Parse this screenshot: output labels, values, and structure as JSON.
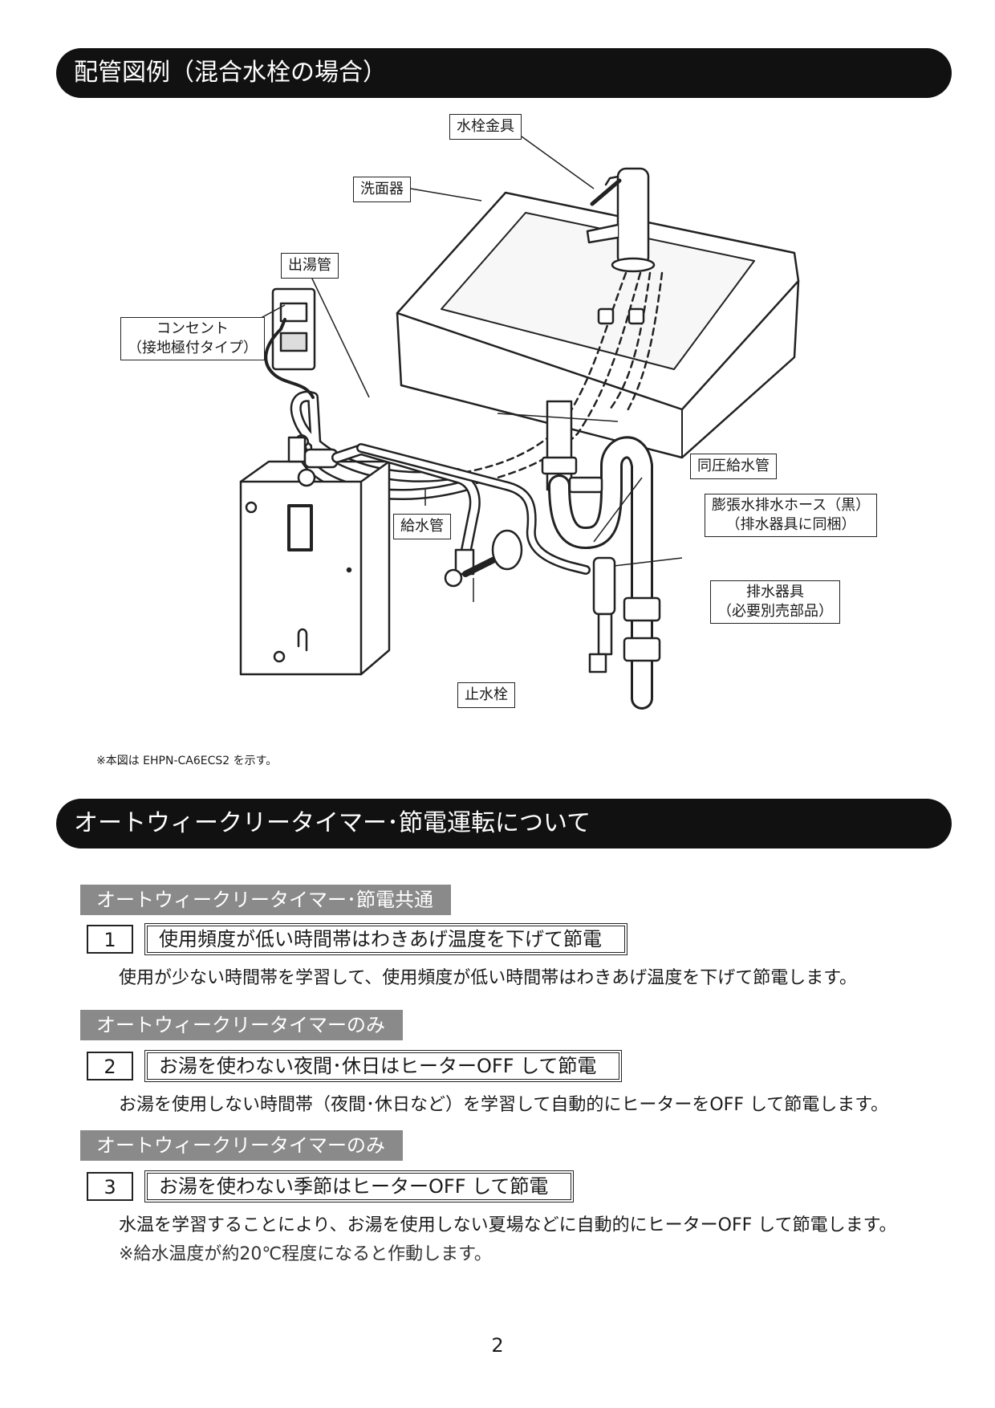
{
  "sections": {
    "piping_title": "配管図例（混合水栓の場合）",
    "timer_title": "オートウィークリータイマー･節電運転について"
  },
  "diagram": {
    "labels": {
      "faucet_fitting": "水栓金具",
      "washbasin": "洗面器",
      "hot_water_outlet_pipe": "出湯管",
      "outlet_line1": "コンセント",
      "outlet_line2": "（接地極付タイプ）",
      "same_pressure_supply_pipe": "同圧給水管",
      "expansion_hose_line1": "膨張水排水ホース（黒）",
      "expansion_hose_line2": "（排水器具に同梱）",
      "water_supply_pipe": "給水管",
      "drain_fitting_line1": "排水器具",
      "drain_fitting_line2": "（必要別売部品）",
      "stop_valve": "止水栓"
    },
    "note": "※本図は EHPN-CA6ECS2 を示す。"
  },
  "features": [
    {
      "category": "オートウィークリータイマー･節電共通",
      "number": "1",
      "title": "使用頻度が低い時間帯はわきあげ温度を下げて節電",
      "description": "使用が少ない時間帯を学習して、使用頻度が低い時間帯はわきあげ温度を下げて節電します。"
    },
    {
      "category": "オートウィークリータイマーのみ",
      "number": "2",
      "title": "お湯を使わない夜間･休日はヒーターOFF して節電",
      "description": "お湯を使用しない時間帯（夜間･休日など）を学習して自動的にヒーターをOFF して節電します。"
    },
    {
      "category": "オートウィークリータイマーのみ",
      "number": "3",
      "title": "お湯を使わない季節はヒーターOFF して節電",
      "description": "水温を学習することにより、お湯を使用しない夏場などに自動的にヒーターOFF して節電します。",
      "note": "※給水温度が約20℃程度になると作動します。"
    }
  ],
  "page_number": "2"
}
